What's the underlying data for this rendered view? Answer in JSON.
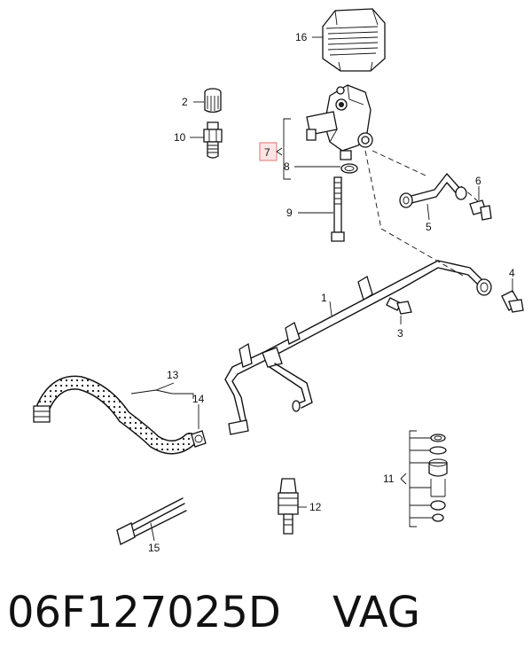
{
  "callouts": {
    "c1": "1",
    "c2": "2",
    "c3": "3",
    "c4": "4",
    "c5": "5",
    "c6": "6",
    "c7": "7",
    "c8": "8",
    "c9": "9",
    "c10": "10",
    "c11": "11",
    "c12": "12",
    "c13": "13",
    "c14": "14",
    "c15": "15",
    "c16": "16"
  },
  "highlight_color": "#e57373",
  "footer": {
    "part_number": "06F127025D",
    "brand": "VAG"
  }
}
